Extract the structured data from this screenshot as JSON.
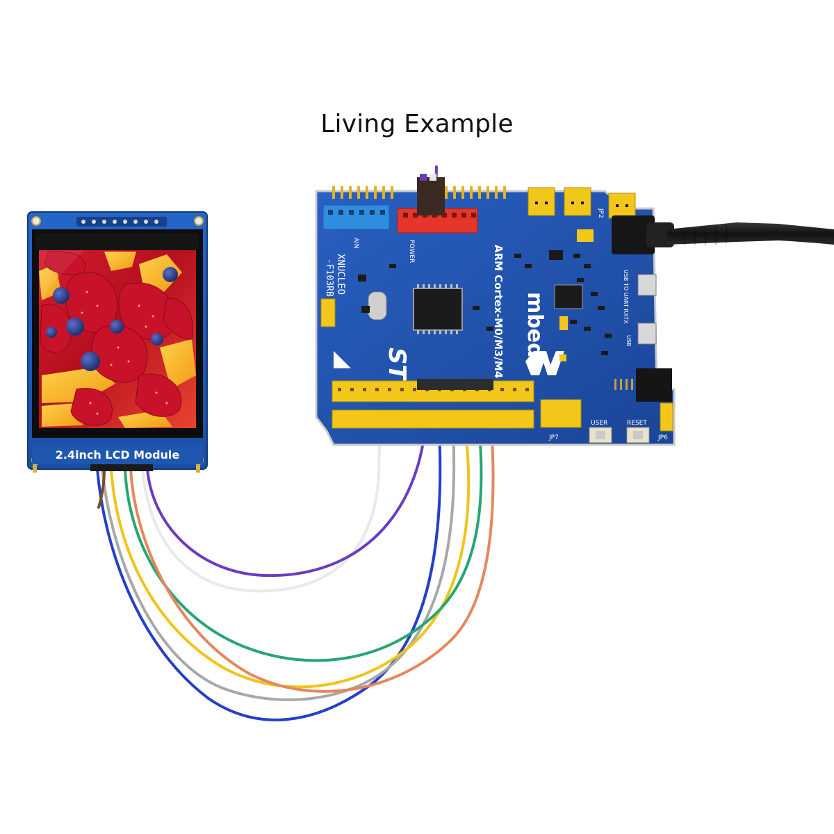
{
  "title": "Living Example",
  "lcd_module": {
    "label": "2.4inch LCD Module"
  },
  "dev_board": {
    "brand": "mbed",
    "model": "ARM Cortex-M0/M3/M4",
    "nucleo_label": "XNUCLEO",
    "nucleo_sub": "-F103RB",
    "logo_text": "ST",
    "button_user": "USER",
    "button_reset": "RESET",
    "jp7": "JP7",
    "jp6": "JP6",
    "jp2": "JP2",
    "power_label": "POWER",
    "ain_label": "AIN",
    "usb_uart": "USB TO UART RXTX",
    "usb_label": "USB"
  },
  "colors": {
    "board_blue": "#1f4fa8",
    "board_blue_dark": "#173f8a",
    "header_yellow": "#f3c719",
    "header_red": "#e4362b",
    "header_blue": "#2f8de0",
    "lcd_pcb": "#1d57b3",
    "wire_purple": "#6a3cc0",
    "wire_white": "#f2f2f2",
    "wire_blue": "#1e3cc8",
    "wire_gray": "#a8a8a8",
    "wire_yellow": "#f0c419",
    "wire_green": "#27a574",
    "wire_orange": "#e6875b",
    "wire_brown": "#7b4a2c"
  }
}
